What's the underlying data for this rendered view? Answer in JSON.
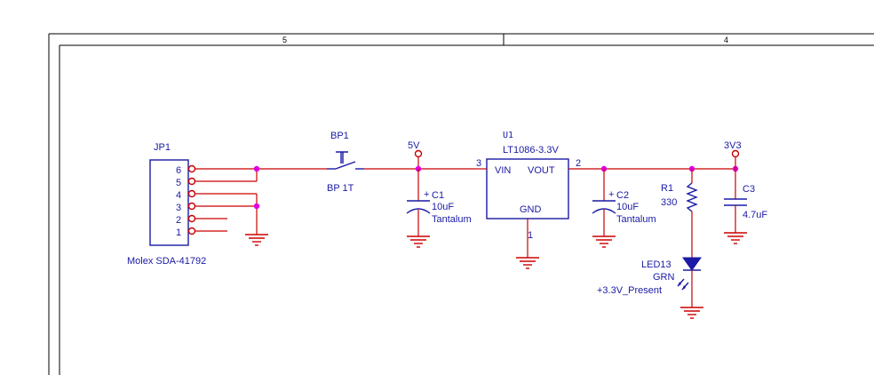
{
  "border": {
    "zone_left": "5",
    "zone_right": "4"
  },
  "connector": {
    "ref": "JP1",
    "part": "Molex SDA-41792",
    "pins": [
      "6",
      "5",
      "4",
      "3",
      "2",
      "1"
    ]
  },
  "button": {
    "ref": "BP1",
    "value": "BP 1T"
  },
  "power": {
    "in_net": "5V",
    "out_net": "3V3"
  },
  "regulator": {
    "ref": "U1",
    "part": "LT1086-3.3V",
    "pin_vin": "VIN",
    "pin_vout": "VOUT",
    "pin_gnd": "GND",
    "pin_num_in": "3",
    "pin_num_out": "2",
    "pin_num_gnd": "1"
  },
  "c1": {
    "ref": "C1",
    "value": "10uF",
    "type": "Tantalum",
    "polarity": "+"
  },
  "c2": {
    "ref": "C2",
    "value": "10uF",
    "type": "Tantalum",
    "polarity": "+"
  },
  "c3": {
    "ref": "C3",
    "value": "4.7uF"
  },
  "r1": {
    "ref": "R1",
    "value": "330"
  },
  "led": {
    "ref": "LED13",
    "color": "GRN",
    "net": "+3.3V_Present"
  },
  "colors": {
    "wire": "#cc0000",
    "symbol": "#1a1aa6",
    "junction": "#e000e0",
    "frame": "#000000"
  }
}
